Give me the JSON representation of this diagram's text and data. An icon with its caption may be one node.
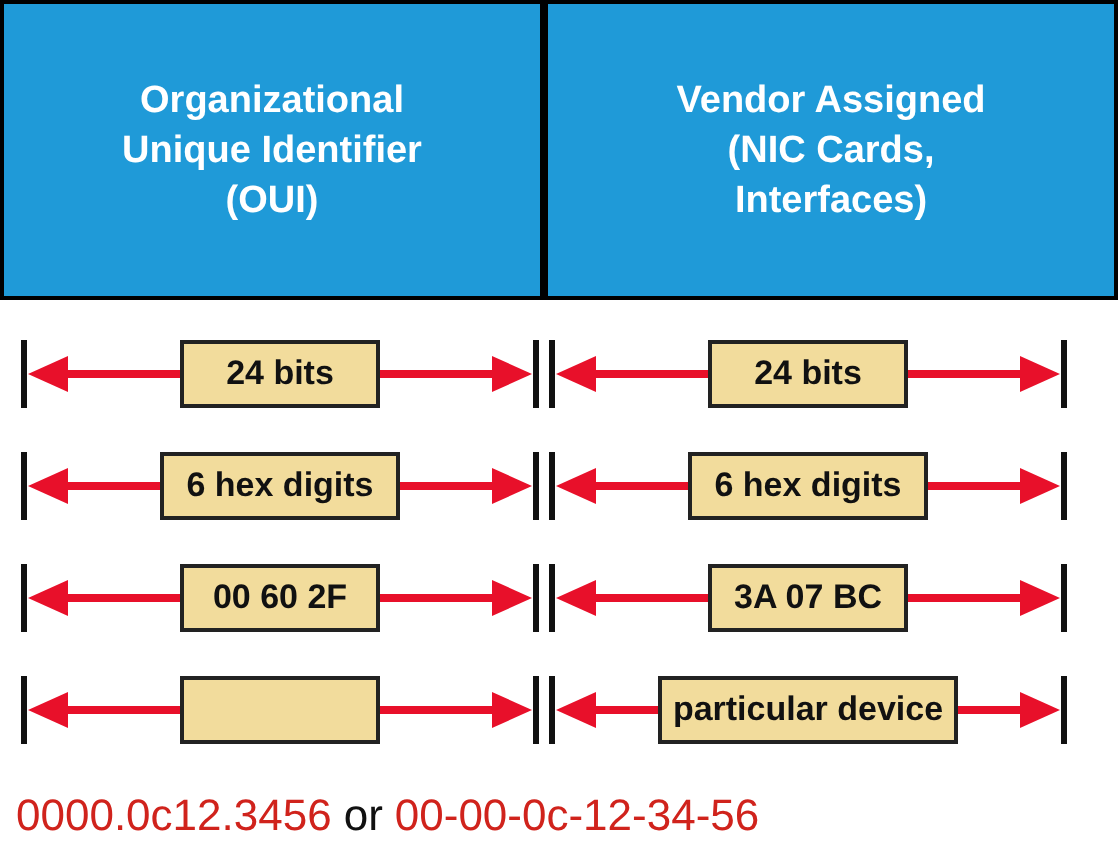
{
  "diagram": {
    "nodes": [
      {
        "text": [
          "Organizational Unique Identifier (OUI)"
        ]
      },
      {
        "text": [
          "Vendor Assigned (NIC Cards, Interfaces)"
        ]
      },
      {
        "text": [
          "24 bits"
        ]
      },
      {
        "text": [
          "24 bits"
        ]
      },
      {
        "text": [
          "6 hex digits"
        ]
      },
      {
        "text": [
          "6 hex digits"
        ]
      },
      {
        "text": [
          "00 60 2F"
        ]
      },
      {
        "text": [
          "3A 07 BC"
        ]
      },
      {
        "text": [],
        "shape": "box"
      },
      {
        "text": [
          "particular device"
        ]
      }
    ],
    "labels": [
      "0000.0c12.3456",
      "or",
      "00-00-0c-12-34-56"
    ]
  }
}
